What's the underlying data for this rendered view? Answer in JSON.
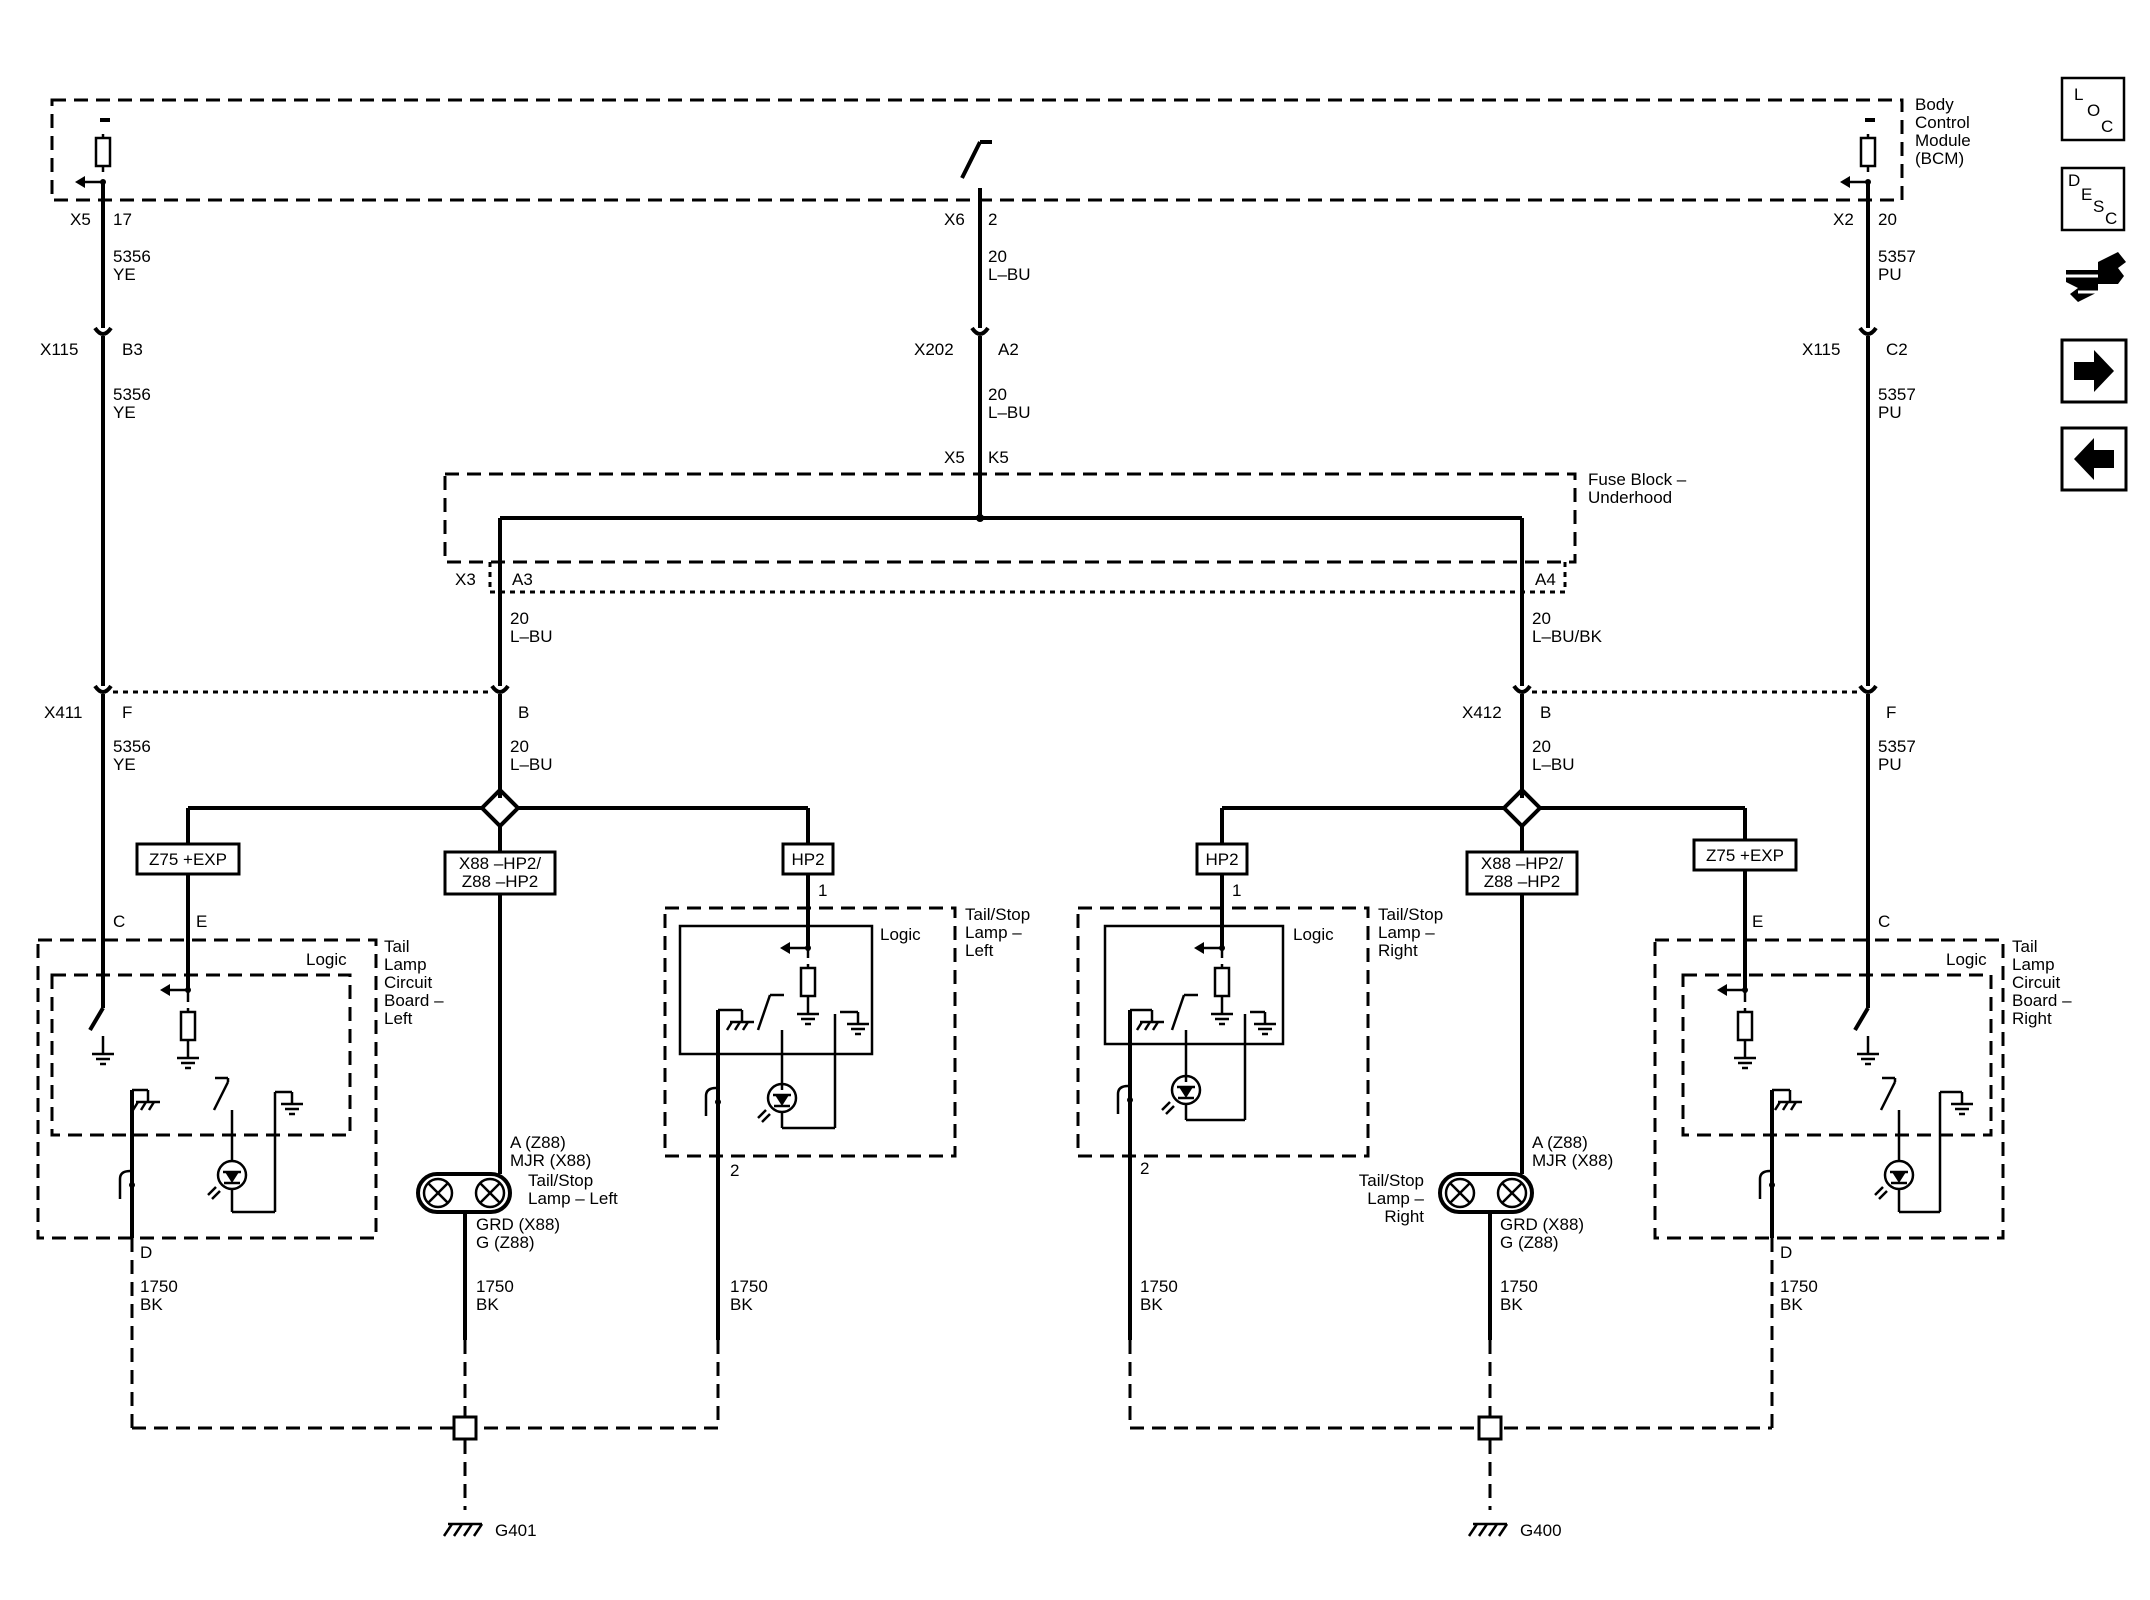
{
  "bcm": {
    "line1": "Body",
    "line2": "Control",
    "line3": "Module",
    "line4": "(BCM)"
  },
  "fuse_block": {
    "line1": "Fuse Block –",
    "line2": "Underhood"
  },
  "nav": {
    "loc_icon": "loc-letters-icon",
    "loc_l": "L",
    "loc_o": "O",
    "loc_c": "C",
    "desc_icon": "desc-letters-icon",
    "desc_d": "D",
    "desc_e": "E",
    "desc_s": "S",
    "desc_c": "C",
    "component_icon": "component-hand-icon",
    "next_icon": "arrow-right-icon",
    "prev_icon": "arrow-left-icon"
  },
  "circuits": {
    "lt": {
      "bcm_conn": "X5",
      "bcm_pin": "17",
      "w1_num": "5356",
      "w1_col": "YE",
      "inline_conn": "X115",
      "inline_pin": "B3",
      "w2_num": "5356",
      "w2_col": "YE",
      "x411_pin": "F",
      "w3_num": "5356",
      "w3_col": "YE"
    },
    "mid": {
      "bcm_conn": "X6",
      "bcm_pin": "2",
      "w1_num": "20",
      "w1_col": "L–BU",
      "inline_conn": "X202",
      "inline_pin": "A2",
      "w2_num": "20",
      "w2_col": "L–BU",
      "fb_conn": "X5",
      "fb_pin": "K5"
    },
    "rt": {
      "bcm_conn": "X2",
      "bcm_pin": "20",
      "w1_num": "5357",
      "w1_col": "PU",
      "inline_conn": "X115",
      "inline_pin": "C2",
      "w2_num": "5357",
      "w2_col": "PU",
      "x412_pin": "F",
      "w3_num": "5357",
      "w3_col": "PU"
    },
    "fb_left": {
      "conn": "X3",
      "pin": "A3",
      "num": "20",
      "col": "L–BU"
    },
    "fb_right": {
      "pin": "A4",
      "num": "20",
      "col": "L–BU/BK"
    },
    "x411_b": {
      "conn": "X411",
      "pin": "B",
      "num": "20",
      "col": "L–BU"
    },
    "x412_b": {
      "conn": "X412",
      "pin": "B",
      "num": "20",
      "col": "L–BU"
    }
  },
  "left": {
    "opt_z75": "Z75 +EXP",
    "opt_x88_1": "X88 –HP2/",
    "opt_x88_2": "Z88 –HP2",
    "opt_hp2": "HP2",
    "board": {
      "pin_c": "C",
      "pin_e": "E",
      "pin_d": "D",
      "logic": "Logic",
      "l1": "Tail",
      "l2": "Lamp",
      "l3": "Circuit",
      "l4": "Board –",
      "l5": "Left",
      "gnd_num": "1750",
      "gnd_col": "BK"
    },
    "lamp": {
      "pin_a": "A (Z88)",
      "pin_mjr": "MJR (X88)",
      "l1": "Tail/Stop",
      "l2": "Lamp – Left",
      "grd": "GRD (X88)",
      "g": "G (Z88)",
      "gnd_num": "1750",
      "gnd_col": "BK"
    },
    "hp2lamp": {
      "pin_1": "1",
      "pin_2": "2",
      "logic": "Logic",
      "l1": "Tail/Stop",
      "l2": "Lamp –",
      "l3": "Left",
      "gnd_num": "1750",
      "gnd_col": "BK"
    },
    "ground": "G401"
  },
  "right": {
    "opt_z75": "Z75 +EXP",
    "opt_x88_1": "X88 –HP2/",
    "opt_x88_2": "Z88 –HP2",
    "opt_hp2": "HP2",
    "board": {
      "pin_c": "C",
      "pin_e": "E",
      "pin_d": "D",
      "logic": "Logic",
      "l1": "Tail",
      "l2": "Lamp",
      "l3": "Circuit",
      "l4": "Board –",
      "l5": "Right",
      "gnd_num": "1750",
      "gnd_col": "BK"
    },
    "lamp": {
      "pin_a": "A (Z88)",
      "pin_mjr": "MJR (X88)",
      "l1": "Tail/Stop",
      "l2": "Lamp –",
      "l3": "Right",
      "grd": "GRD (X88)",
      "g": "G (Z88)",
      "gnd_num": "1750",
      "gnd_col": "BK"
    },
    "hp2lamp": {
      "pin_1": "1",
      "pin_2": "2",
      "logic": "Logic",
      "l1": "Tail/Stop",
      "l2": "Lamp –",
      "l3": "Right",
      "gnd_num": "1750",
      "gnd_col": "BK"
    },
    "ground": "G400"
  }
}
